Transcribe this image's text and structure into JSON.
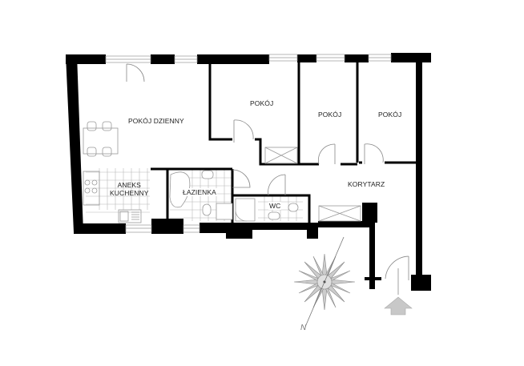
{
  "plan": {
    "rooms": [
      {
        "id": "living",
        "label": "POKÓJ DZIENNY"
      },
      {
        "id": "room1",
        "label": "POKÓJ"
      },
      {
        "id": "room2",
        "label": "POKÓJ"
      },
      {
        "id": "room3",
        "label": "POKÓJ"
      },
      {
        "id": "kitchen",
        "label_line1": "ANEKS",
        "label_line2": "KUCHENNY"
      },
      {
        "id": "bathroom",
        "label": "ŁAZIENKA"
      },
      {
        "id": "wc",
        "label": "WC"
      },
      {
        "id": "corridor",
        "label": "KORYTARZ"
      }
    ],
    "compass": {
      "north_label": "N"
    },
    "entrance": {
      "icon": "entrance-arrow-icon"
    },
    "colors": {
      "wall": "#000000",
      "fixture": "#9a9a9a",
      "tile": "#b5b5b5",
      "arrow": "#c8c8c8",
      "background": "#ffffff"
    }
  }
}
